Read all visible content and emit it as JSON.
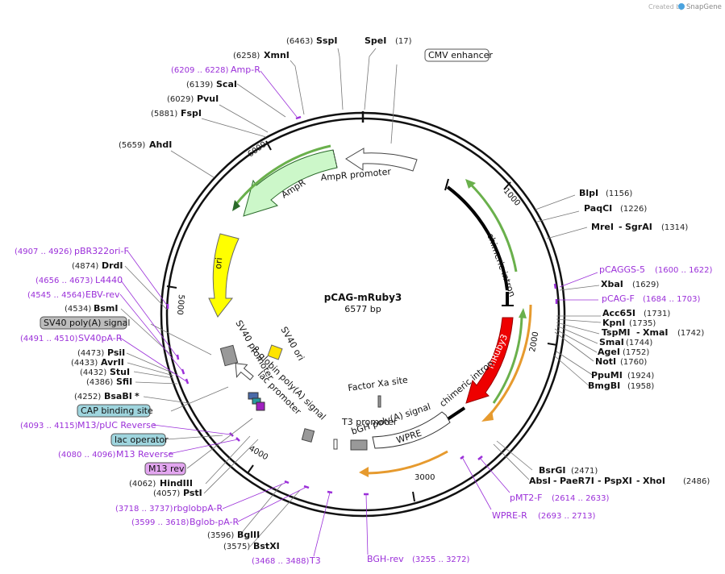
{
  "branding": {
    "created_by": "Created by",
    "brand": "SnapGene"
  },
  "plasmid": {
    "name": "pCAG-mRuby3",
    "length_label": "6577 bp"
  },
  "colors": {
    "primer": "#9B30D9",
    "frame": "#111111",
    "ori": "#FFFF00",
    "ampR": "#CCF7C9",
    "mRuby3": "#EE0000",
    "orange_arrow": "#E69A2E",
    "green_arrow": "#6AB04C"
  },
  "ticks": {
    "t1000": "1000",
    "t2000": "2000",
    "t3000": "3000",
    "t4000": "4000",
    "t5000": "5000",
    "t6000": "6000"
  },
  "enzymes": [
    {
      "name": "SspI",
      "pos": "(6463)"
    },
    {
      "name": "SpeI",
      "pos": "(17)"
    },
    {
      "name": "XmnI",
      "pos": "(6258)"
    },
    {
      "name": "ScaI",
      "pos": "(6139)"
    },
    {
      "name": "PvuI",
      "pos": "(6029)"
    },
    {
      "name": "FspI",
      "pos": "(5881)"
    },
    {
      "name": "AhdI",
      "pos": "(5659)"
    },
    {
      "name": "BlpI",
      "pos": "(1156)"
    },
    {
      "name": "PaqCI",
      "pos": "(1226)"
    },
    {
      "name": "MreI",
      "pos": "(1314)"
    },
    {
      "name": "XbaI",
      "pos": "(1629)"
    },
    {
      "name": "Acc65I",
      "pos": "(1731)"
    },
    {
      "name": "KpnI",
      "pos": "(1735)"
    },
    {
      "name": "XmaI",
      "pos": "(1742)"
    },
    {
      "name": "SmaI",
      "pos": "(1744)"
    },
    {
      "name": "AgeI",
      "pos": "(1752)"
    },
    {
      "name": "NotI",
      "pos": "(1760)"
    },
    {
      "name": "PpuMI",
      "pos": "(1924)"
    },
    {
      "name": "BmgBI",
      "pos": "(1958)"
    },
    {
      "name": "BsrGI",
      "pos": "(2471)"
    },
    {
      "name": "XhoI",
      "pos": "(2486)"
    },
    {
      "name": "DrdI",
      "pos": "(4874)"
    },
    {
      "name": "BsmI",
      "pos": "(4534)"
    },
    {
      "name": "PsiI",
      "pos": "(4473)"
    },
    {
      "name": "AvrII",
      "pos": "(4433)"
    },
    {
      "name": "StuI",
      "pos": "(4432)"
    },
    {
      "name": "SfiI",
      "pos": "(4386)"
    },
    {
      "name": "BsaBI",
      "pos": "(4252)"
    },
    {
      "name": "HindIII",
      "pos": "(4062)"
    },
    {
      "name": "PstI",
      "pos": "(4057)"
    },
    {
      "name": "BglII",
      "pos": "(3596)"
    },
    {
      "name": "BstXI",
      "pos": "(3575)"
    }
  ],
  "enzyme_extra": {
    "sgrai": "SgrAI",
    "tspmi": "TspMI",
    "absi": "AbsI",
    "paer7i": "PaeR7I",
    "pspxi": "PspXI",
    "bsabi_star": "*",
    "dash": "-"
  },
  "primers": [
    {
      "name": "Amp-R",
      "pos": "(6209 .. 6228)"
    },
    {
      "name": "pCAGGS-5",
      "pos": "(1600 .. 1622)"
    },
    {
      "name": "pCAG-F",
      "pos": "(1684 .. 1703)"
    },
    {
      "name": "pBR322ori-F",
      "pos": "(4907 .. 4926)"
    },
    {
      "name": "L4440",
      "pos": "(4656 .. 4673)"
    },
    {
      "name": "EBV-rev",
      "pos": "(4545 .. 4564)"
    },
    {
      "name": "SV40pA-R",
      "pos": "(4491 .. 4510)"
    },
    {
      "name": "M13/pUC Reverse",
      "pos": "(4093 .. 4115)"
    },
    {
      "name": "M13 Reverse",
      "pos": "(4080 .. 4096)"
    },
    {
      "name": "rbglobpA-R",
      "pos": "(3718 .. 3737)"
    },
    {
      "name": "Bglob-pA-R",
      "pos": "(3599 .. 3618)"
    },
    {
      "name": "T3",
      "pos": "(3468 .. 3488)"
    },
    {
      "name": "BGH-rev",
      "pos": "(3255 .. 3272)"
    },
    {
      "name": "pMT2-F",
      "pos": "(2614 .. 2633)"
    },
    {
      "name": "WPRE-R",
      "pos": "(2693 .. 2713)"
    }
  ],
  "boxed_labels": {
    "cmv": "CMV enhancer",
    "sv40pa": "SV40 poly(A) signal",
    "cap": "CAP binding site",
    "lacop": "lac operator",
    "m13rev": "M13 rev"
  },
  "features": {
    "ampr": "AmpR",
    "ampr_promoter": "AmpR promoter",
    "ori": "ori",
    "chimeric_intron": "chimeric intron",
    "mruby3": "mRuby3",
    "sv40_ori": "SV40 ori",
    "sv40_promoter": "SV40 promoter",
    "beta_globin": "β-globin poly(A) signal",
    "lac_promoter": "lac promoter",
    "factor_xa": "Factor Xa site",
    "t3_promoter": "T3 promoter",
    "bgh": "bGH poly(A) signal",
    "wpre": "WPRE"
  }
}
